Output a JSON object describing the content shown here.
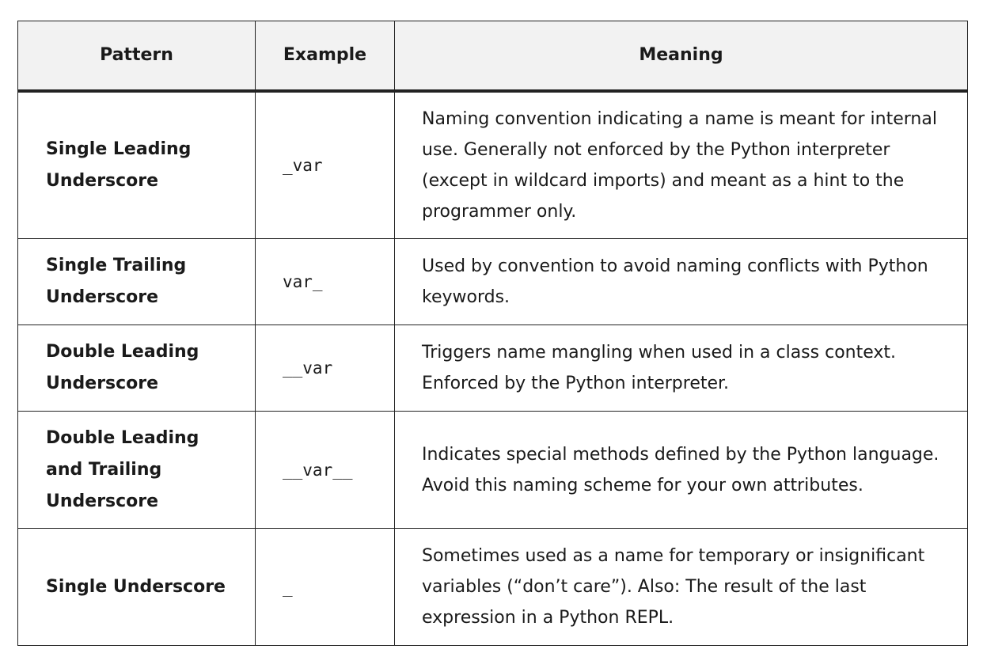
{
  "table": {
    "headers": [
      "Pattern",
      "Example",
      "Meaning"
    ],
    "rows": [
      {
        "pattern": "Single Leading Underscore",
        "example": "_var",
        "meaning": "Naming convention indicating a name is meant for internal use. Generally not enforced by the Python interpreter (except in wildcard imports) and meant as a hint to the programmer only."
      },
      {
        "pattern": "Single Trailing Underscore",
        "example": "var_",
        "meaning": "Used by convention to avoid naming conflicts with Python keywords."
      },
      {
        "pattern": "Double Leading Underscore",
        "example": "__var",
        "meaning": "Triggers name mangling when used in a class context. Enforced by the Python interpreter."
      },
      {
        "pattern": "Double Leading and Trailing Underscore",
        "example": "__var__",
        "meaning": "Indicates special methods defined by the Python language. Avoid this naming scheme for your own attributes."
      },
      {
        "pattern": "Single Underscore",
        "example": "_",
        "meaning": "Sometimes used as a name for temporary or insignificant variables (“don’t care”). Also: The result of the last expression in a Python REPL."
      }
    ]
  }
}
